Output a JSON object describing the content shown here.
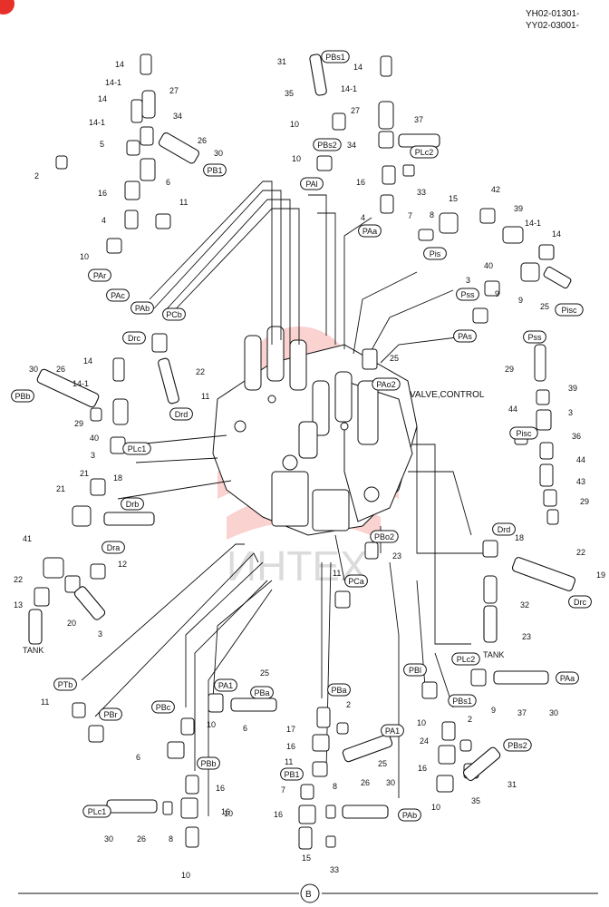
{
  "header": {
    "serial_1": "YH02-01301-",
    "serial_2": "YY02-03001-"
  },
  "title": "VALVE,CONTROL",
  "tank_labels": [
    "TANK",
    "TANK"
  ],
  "footer_ref": "B",
  "watermark": "ИНТЕХ",
  "port_tags": [
    "PBs1",
    "PBs2",
    "PAl",
    "PAa",
    "PLc2",
    "Pis",
    "Pss",
    "PAs",
    "Pisc",
    "PB1",
    "PAr",
    "PAc",
    "PAb",
    "PCb",
    "Drc",
    "Drd",
    "PBb",
    "PLc1",
    "Drb",
    "Dra",
    "PAo2",
    "Pss",
    "Pisc",
    "Drd",
    "Drc",
    "PBo2",
    "PCa",
    "PTb",
    "PBr",
    "PA1",
    "PBa",
    "PBc",
    "PBb",
    "PBa",
    "PA1",
    "PB1",
    "PLc1",
    "PAb",
    "PBl",
    "PLc2",
    "PAa",
    "PBs1",
    "PBs2"
  ],
  "part_numbers": [
    "14",
    "14-1",
    "27",
    "14",
    "14-1",
    "34",
    "5",
    "26",
    "30",
    "2",
    "6",
    "16",
    "11",
    "4",
    "10",
    "31",
    "35",
    "14",
    "14-1",
    "27",
    "10",
    "37",
    "34",
    "10",
    "16",
    "33",
    "4",
    "7",
    "8",
    "15",
    "42",
    "39",
    "14-1",
    "14",
    "3",
    "40",
    "9",
    "25",
    "9",
    "30",
    "26",
    "14",
    "14-1",
    "29",
    "40",
    "3",
    "18",
    "22",
    "11",
    "25",
    "29",
    "39",
    "3",
    "44",
    "36",
    "44",
    "43",
    "29",
    "21",
    "21",
    "41",
    "22",
    "13",
    "20",
    "3",
    "12",
    "18",
    "22",
    "19",
    "32",
    "23",
    "11",
    "23",
    "11",
    "25",
    "6",
    "10",
    "6",
    "16",
    "10",
    "17",
    "2",
    "16",
    "11",
    "25",
    "7",
    "8",
    "26",
    "30",
    "16",
    "15",
    "33",
    "9",
    "37",
    "30",
    "10",
    "24",
    "2",
    "16",
    "10",
    "35",
    "31",
    "30",
    "26",
    "8",
    "10",
    "16",
    "10"
  ],
  "colors": {
    "ink": "#111111",
    "watermark": "#e8302b",
    "paper": "#ffffff"
  }
}
